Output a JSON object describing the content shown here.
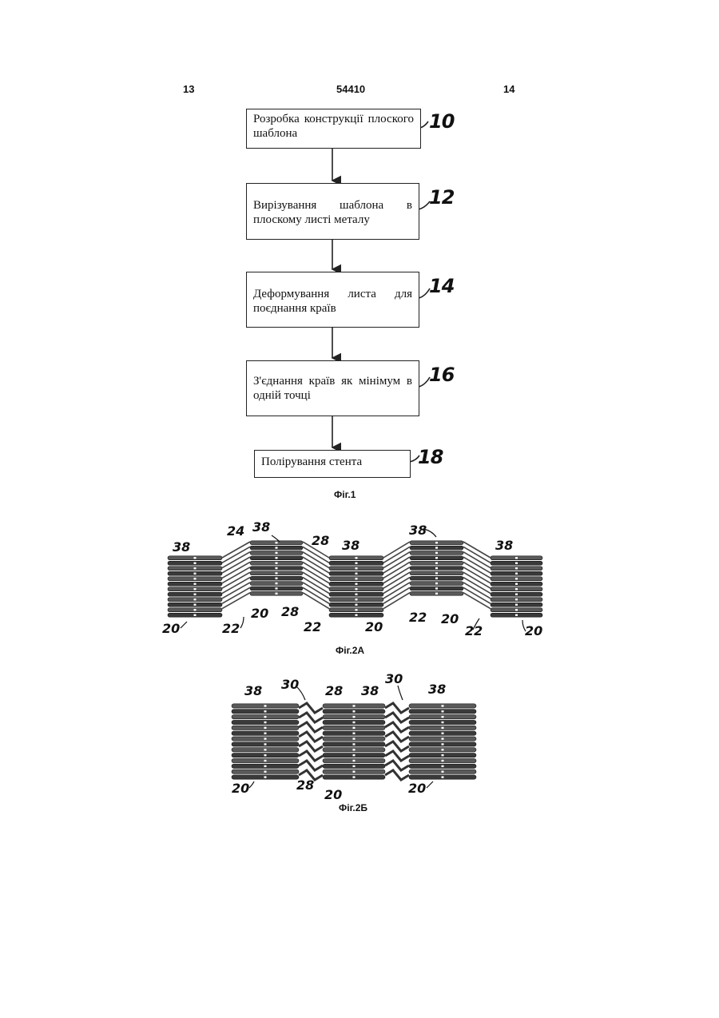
{
  "header": {
    "left_page": "13",
    "patent_number": "54410",
    "right_page": "14"
  },
  "fig1": {
    "steps": [
      {
        "ref": "10",
        "text": "Розробка конструкції плоского шаблона"
      },
      {
        "ref": "12",
        "text": "Вирізування шаблона в плоскому листі металу"
      },
      {
        "ref": "14",
        "text": "Деформування листа для поєднання країв"
      },
      {
        "ref": "16",
        "text": "З'єднання країв як мінімум в одній точці"
      },
      {
        "ref": "18",
        "text": "Полірування стента"
      }
    ],
    "caption": "Фіг.1"
  },
  "fig2a": {
    "caption": "Фіг.2А",
    "labels": [
      "38",
      "24",
      "38",
      "28",
      "38",
      "38",
      "38",
      "20",
      "22",
      "20",
      "28",
      "22",
      "20",
      "22",
      "20",
      "22",
      "20"
    ]
  },
  "fig2b": {
    "caption": "Фіг.2Б",
    "labels": [
      "38",
      "30",
      "28",
      "38",
      "30",
      "38",
      "20",
      "28",
      "20",
      "20"
    ]
  }
}
